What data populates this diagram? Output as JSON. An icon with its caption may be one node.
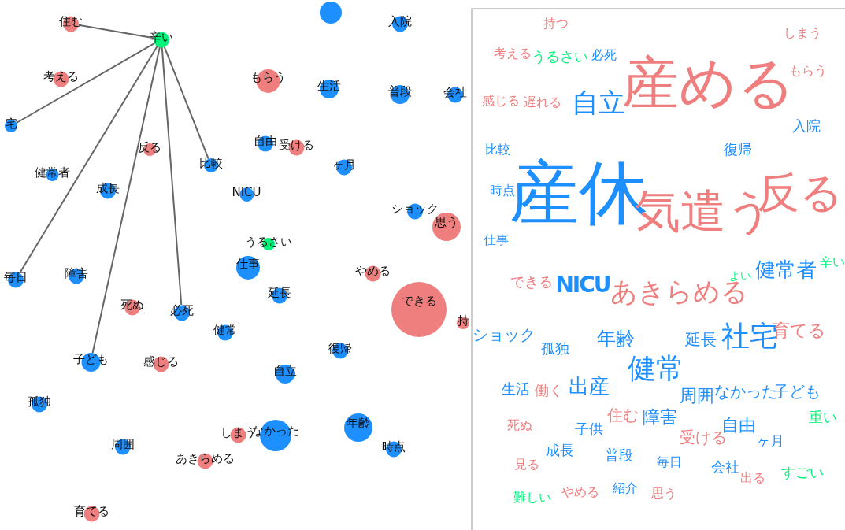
{
  "diagram": {
    "nodes": [
      {
        "text": [
          "住む"
        ]
      },
      {
        "text": [
          "辛い"
        ]
      },
      {
        "text": [
          "考える"
        ]
      },
      {
        "text": [
          "宅"
        ]
      },
      {
        "text": [
          "もらう"
        ]
      },
      {
        "text": [
          "生活"
        ]
      },
      {
        "text": [
          "普段"
        ]
      },
      {
        "text": [
          "会社"
        ]
      },
      {
        "text": [
          "入院"
        ]
      },
      {
        "text": [],
        "shape": "circle"
      },
      {
        "text": [
          "反る"
        ]
      },
      {
        "text": [
          "比較"
        ]
      },
      {
        "text": [
          "健常者"
        ]
      },
      {
        "text": [
          "成長"
        ]
      },
      {
        "text": [
          "自由"
        ]
      },
      {
        "text": [
          "受ける"
        ]
      },
      {
        "text": [
          "ヶ月"
        ]
      },
      {
        "text": [
          "NICU"
        ]
      },
      {
        "text": [
          "ショック"
        ]
      },
      {
        "text": [
          "思う"
        ]
      },
      {
        "text": [
          "うるさい"
        ]
      },
      {
        "text": [
          "仕事"
        ]
      },
      {
        "text": [
          "毎日"
        ]
      },
      {
        "text": [
          "障害"
        ]
      },
      {
        "text": [
          "延長"
        ]
      },
      {
        "text": [
          "やめる"
        ]
      },
      {
        "text": [
          "できる"
        ]
      },
      {
        "text": [
          "持"
        ]
      },
      {
        "text": [
          "死ぬ"
        ]
      },
      {
        "text": [
          "必死"
        ]
      },
      {
        "text": [
          "健常"
        ]
      },
      {
        "text": [
          "復帰"
        ]
      },
      {
        "text": [
          "子ども"
        ]
      },
      {
        "text": [
          "感じる"
        ]
      },
      {
        "text": [
          "自立"
        ]
      },
      {
        "text": [
          "孤独"
        ]
      },
      {
        "text": [
          "しまう"
        ]
      },
      {
        "text": [
          "なかった"
        ]
      },
      {
        "text": [
          "年齢"
        ]
      },
      {
        "text": [
          "時点"
        ]
      },
      {
        "text": [
          "周囲"
        ]
      },
      {
        "text": [
          "あきらめる"
        ]
      },
      {
        "text": [
          "育てる"
        ]
      }
    ],
    "edges": [
      {
        "from": 1,
        "to": 0,
        "arrow": "none"
      },
      {
        "from": 1,
        "to": 3,
        "arrow": "none"
      },
      {
        "from": 1,
        "to": 22,
        "arrow": "none"
      },
      {
        "from": 1,
        "to": 32,
        "arrow": "none"
      },
      {
        "from": 1,
        "to": 29,
        "arrow": "none"
      },
      {
        "from": 1,
        "to": 11,
        "arrow": "none"
      }
    ],
    "labels": [
      "持つ",
      "考える",
      "うるさい",
      "必死",
      "産める",
      "しまう",
      "もらう",
      "感じる",
      "遅れる",
      "自立",
      "入院",
      "比較",
      "復帰",
      "産休",
      "気遣う",
      "反る",
      "時点",
      "仕事",
      "健常者",
      "辛い",
      "できる",
      "NICU",
      "あきらめる",
      "よい",
      "ショック",
      "孤独",
      "年齢",
      "延長",
      "社宅",
      "育てる",
      "健常",
      "生活",
      "働く",
      "出産",
      "周囲",
      "なかった",
      "子ども",
      "死ぬ",
      "子供",
      "住む",
      "障害",
      "受ける",
      "自由",
      "ヶ月",
      "重い",
      "見る",
      "成長",
      "普段",
      "毎日",
      "会社",
      "出る",
      "すごい",
      "難しい",
      "やめる",
      "紹介",
      "思う"
    ]
  }
}
